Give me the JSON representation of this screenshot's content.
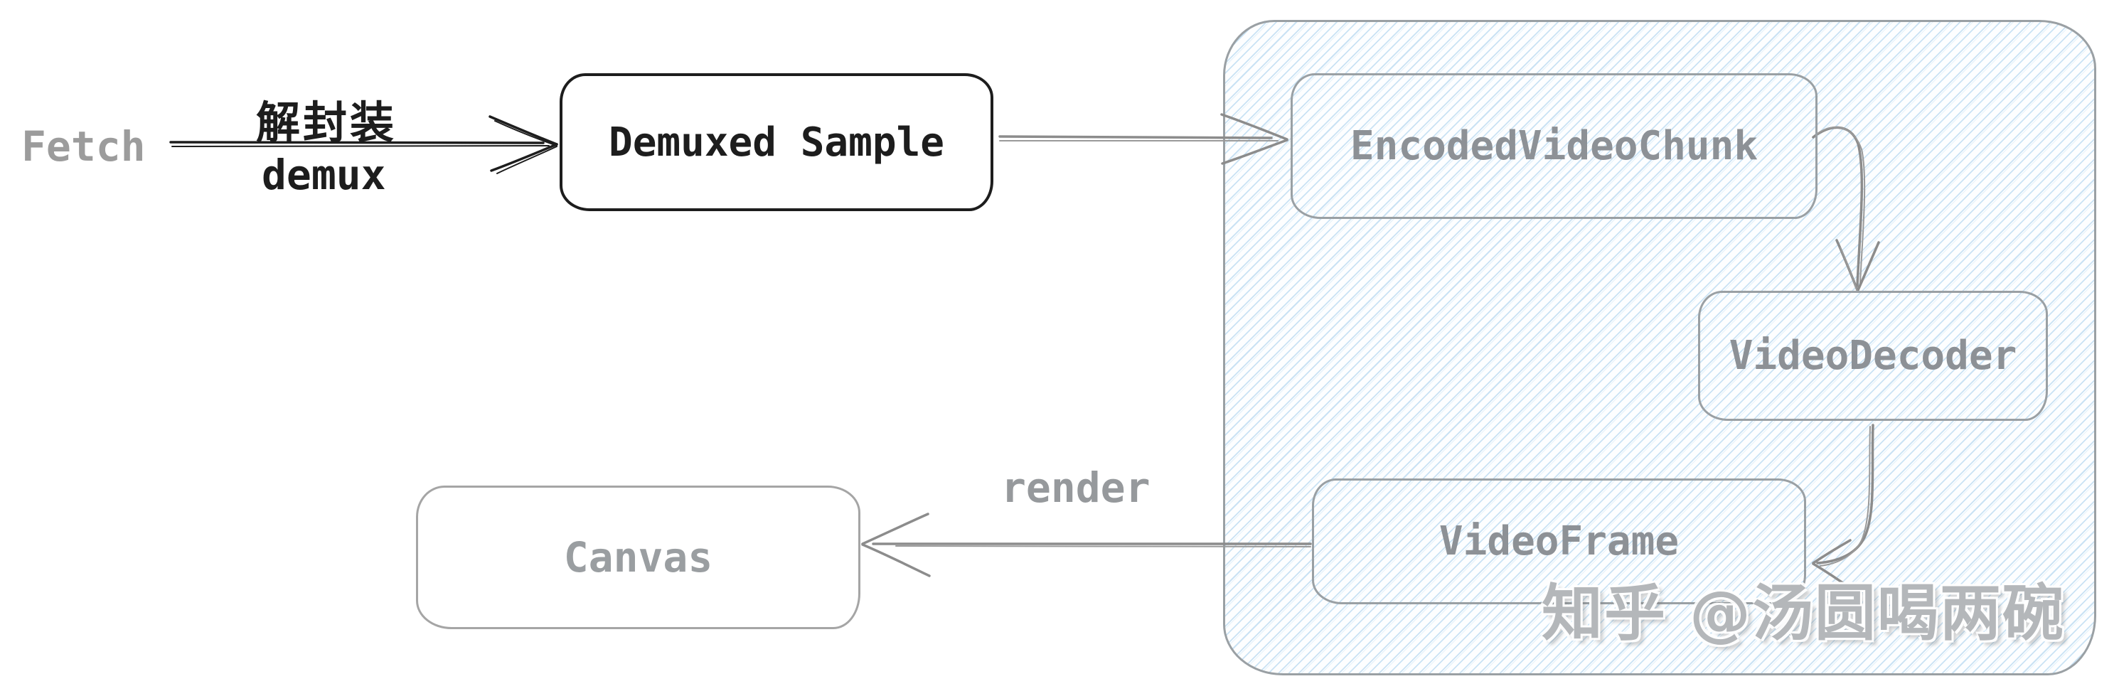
{
  "diagram": {
    "title_context": "WebCodecs video decode pipeline sketch",
    "nodes": {
      "fetch": "Fetch",
      "demuxed_sample": "Demuxed Sample",
      "encoded_video_chunk": "EncodedVideoChunk",
      "video_decoder": "VideoDecoder",
      "video_frame": "VideoFrame",
      "canvas": "Canvas"
    },
    "edges": {
      "demux_label_cn": "解封装",
      "demux_label_en": "demux",
      "render_label": "render"
    },
    "watermark": "知乎 @汤圆喝两碗",
    "colors": {
      "ink_black": "#1d1d1d",
      "sketch_gray": "#8c8c8c",
      "box_border_gray": "#9aa0a4",
      "box_text_gray": "#8d9196",
      "hatch_blue": "#97c7e9",
      "watermark_gray": "#b4b7ba",
      "background": "#ffffff"
    }
  }
}
